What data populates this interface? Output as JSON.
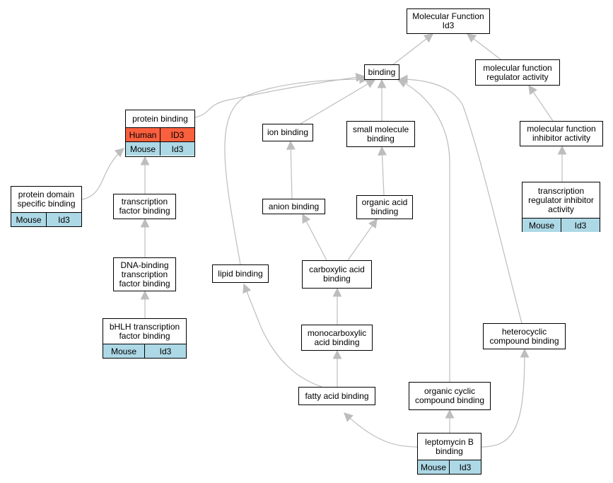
{
  "colors": {
    "edge": "#bdbdbd",
    "mouse_row": "#add8e6",
    "human_row": "#fa5f3e"
  },
  "nodes": {
    "mf": {
      "title": "Molecular Function\nId3"
    },
    "binding": {
      "title": "binding"
    },
    "mfra": {
      "title": "molecular function\nregulator activity"
    },
    "mfia": {
      "title": "molecular function\ninhibitor activity"
    },
    "tria": {
      "title": "transcription\nregulator inhibitor\nactivity",
      "organism": "Mouse",
      "gene": "Id3"
    },
    "protein": {
      "title": "protein binding",
      "rows": [
        {
          "organism": "Human",
          "gene": "ID3"
        },
        {
          "organism": "Mouse",
          "gene": "Id3"
        }
      ]
    },
    "pdsb": {
      "title": "protein domain\nspecific binding",
      "organism": "Mouse",
      "gene": "Id3"
    },
    "tfb": {
      "title": "transcription\nfactor binding"
    },
    "dbtfb": {
      "title": "DNA-binding\ntranscription\nfactor binding"
    },
    "bhlh": {
      "title": "bHLH transcription\nfactor binding",
      "organism": "Mouse",
      "gene": "Id3"
    },
    "ion": {
      "title": "ion binding"
    },
    "sm": {
      "title": "small molecule\nbinding"
    },
    "anion": {
      "title": "anion binding"
    },
    "oa": {
      "title": "organic acid\nbinding"
    },
    "lipid": {
      "title": "lipid binding"
    },
    "ca": {
      "title": "carboxylic acid\nbinding"
    },
    "mca": {
      "title": "monocarboxylic\nacid binding"
    },
    "hc": {
      "title": "heterocyclic\ncompound binding"
    },
    "fa": {
      "title": "fatty acid binding"
    },
    "occ": {
      "title": "organic cyclic\ncompound binding"
    },
    "lmb": {
      "title": "leptomycin B\nbinding",
      "organism": "Mouse",
      "gene": "Id3"
    }
  }
}
